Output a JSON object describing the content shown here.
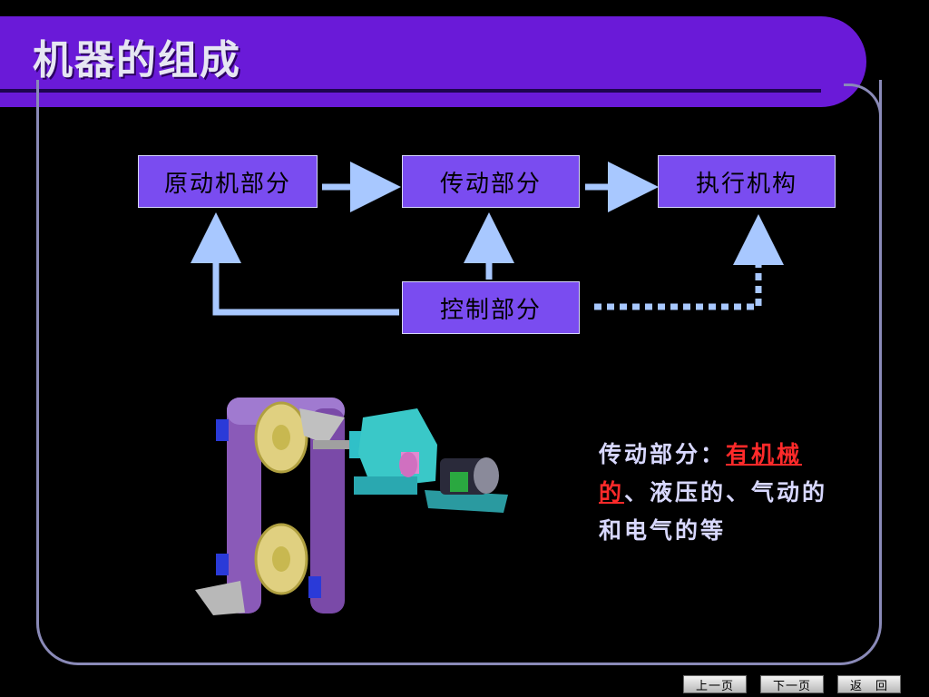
{
  "title": "机器的组成",
  "diagram": {
    "prime_mover": "原动机部分",
    "transmission": "传动部分",
    "actuator": "执行机构",
    "control": "控制部分"
  },
  "description": {
    "prefix": "传动部分：",
    "highlight1": "有机械",
    "highlight2": "的",
    "rest": "、液压的、气动的和电气的等"
  },
  "nav": {
    "prev": "上一页",
    "next": "下一页",
    "back": "返　回"
  },
  "colors": {
    "title_bar": "#6a1ad8",
    "box_fill": "#7a4cf0",
    "arrow": "#a8c8ff",
    "highlight": "#ff2a2a"
  }
}
